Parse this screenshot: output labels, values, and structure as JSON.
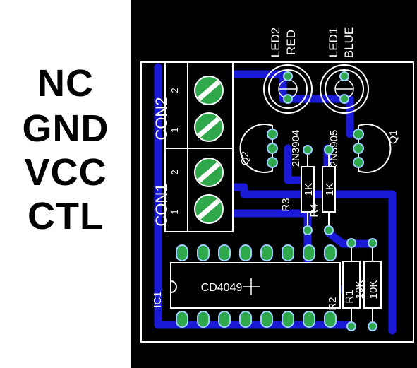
{
  "pin_labels": [
    "NC",
    "GND",
    "VCC",
    "CTL"
  ],
  "components": {
    "led2": {
      "ref": "LED2",
      "color": "RED"
    },
    "led1": {
      "ref": "LED1",
      "color": "BLUE"
    },
    "q2": {
      "ref": "Q2",
      "value": "2N3904"
    },
    "q1": {
      "ref": "Q1",
      "value": "2N3905"
    },
    "con1": {
      "ref": "CON1"
    },
    "con2": {
      "ref": "CON2"
    },
    "r3": {
      "ref": "R3",
      "value": "1K"
    },
    "r4": {
      "ref": "R4",
      "value": "1K"
    },
    "r1": {
      "ref": "R1",
      "value": "10K"
    },
    "r2": {
      "ref": "R2",
      "value": "10K"
    },
    "ic1": {
      "ref": "IC1",
      "value": "CD4049"
    }
  },
  "pin_numbers": [
    "2",
    "1"
  ],
  "colors": {
    "board_background": "#000000",
    "copper_trace": "#1a1ad6",
    "outline": "#ffffff",
    "pad": "#2ea84a",
    "pad_ring": "#9ed0ff"
  }
}
